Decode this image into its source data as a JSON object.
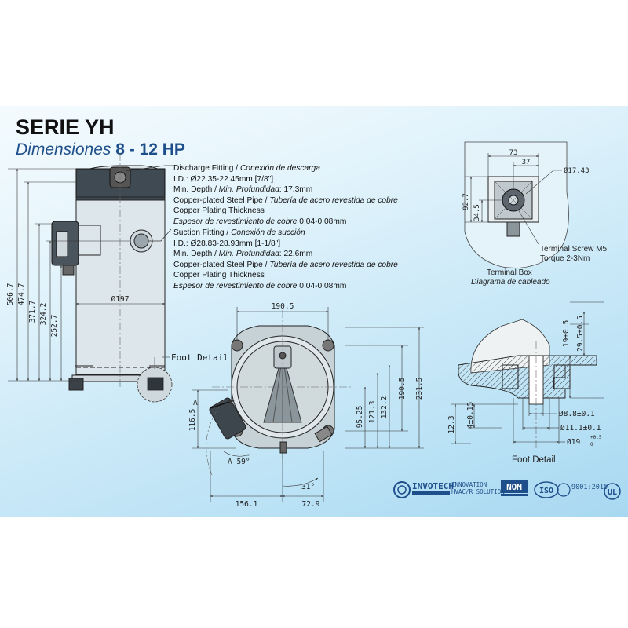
{
  "header": {
    "title": "SERIE YH",
    "subtitle_prefix": "Dimensiones",
    "subtitle_range": "8 - 12 HP"
  },
  "specs": {
    "discharge": {
      "heading_en": "Discharge Fitting",
      "heading_es": "Conexión de descarga",
      "id_line": "I.D.: Ø22.35-22.45mm [7/8\"]",
      "depth_en": "Min. Depth",
      "depth_es": "Min. Profundidad",
      "depth_val": ": 17.3mm",
      "pipe_en": "Copper-plated Steel Pipe",
      "pipe_es": "Tubería de acero revestida de cobre",
      "plating_en": "Copper Plating Thickness",
      "plating_es": "Espesor de revestimiento de cobre",
      "plating_val": "0.04-0.08mm"
    },
    "suction": {
      "heading_en": "Suction Fitting",
      "heading_es": "Conexión de succión",
      "id_line": "I.D.: Ø28.83-28.93mm [1-1/8\"]",
      "depth_en": "Min. Depth",
      "depth_es": "Min. Profundidad",
      "depth_val": ": 22.6mm",
      "pipe_en": "Copper-plated Steel Pipe",
      "pipe_es": "Tubería de acero revestida de cobre",
      "plating_en": "Copper Plating Thickness",
      "plating_es": "Espesor de revestimiento de cobre",
      "plating_val": "0.04-0.08mm"
    },
    "separator": " / "
  },
  "side_view": {
    "heights": [
      "506.7",
      "474.7",
      "371.7",
      "324.2",
      "252.7"
    ],
    "diameter": "Ø197",
    "foot_detail": "Foot Detail"
  },
  "top_view": {
    "width_top": "190.5",
    "height_right": [
      "190.5",
      "231.5"
    ],
    "inner": [
      "95.25",
      "121.3",
      "132.2"
    ],
    "left": "116.5",
    "angle_label": "A 59°",
    "view_a": "A",
    "angle_31": "31°",
    "bottom_left": "156.1",
    "bottom_right": "72.9"
  },
  "terminal_box": {
    "dims_top": [
      "73",
      "37"
    ],
    "diameter": "Ø17.43",
    "dims_left": [
      "92.7",
      "34.5"
    ],
    "screw_line1": "Terminal Screw M5",
    "screw_line2": "Torque 2-3Nm",
    "caption_en": "Terminal Box",
    "caption_es": "Diagrama de cableado"
  },
  "foot_detail": {
    "dims_vertical": [
      "19±0.5",
      "29.5±0.5"
    ],
    "dims_left": [
      "12.3",
      "4±0.15"
    ],
    "dia1": "Ø8.8±0.1",
    "dia2": "Ø11.1±0.1",
    "dia3": "Ø19",
    "dia3_tol_top": "+0.5",
    "dia3_tol_bottom": "0",
    "caption": "Foot Detail"
  },
  "logos": {
    "brand": "INVOTECH",
    "brand_sub": "INNOVATION",
    "brand_sub2": "HVAC/R SOLUTION",
    "nom": "NOM",
    "iso": "ISO",
    "iso_cert": "9001:2015",
    "ul": "UL"
  }
}
